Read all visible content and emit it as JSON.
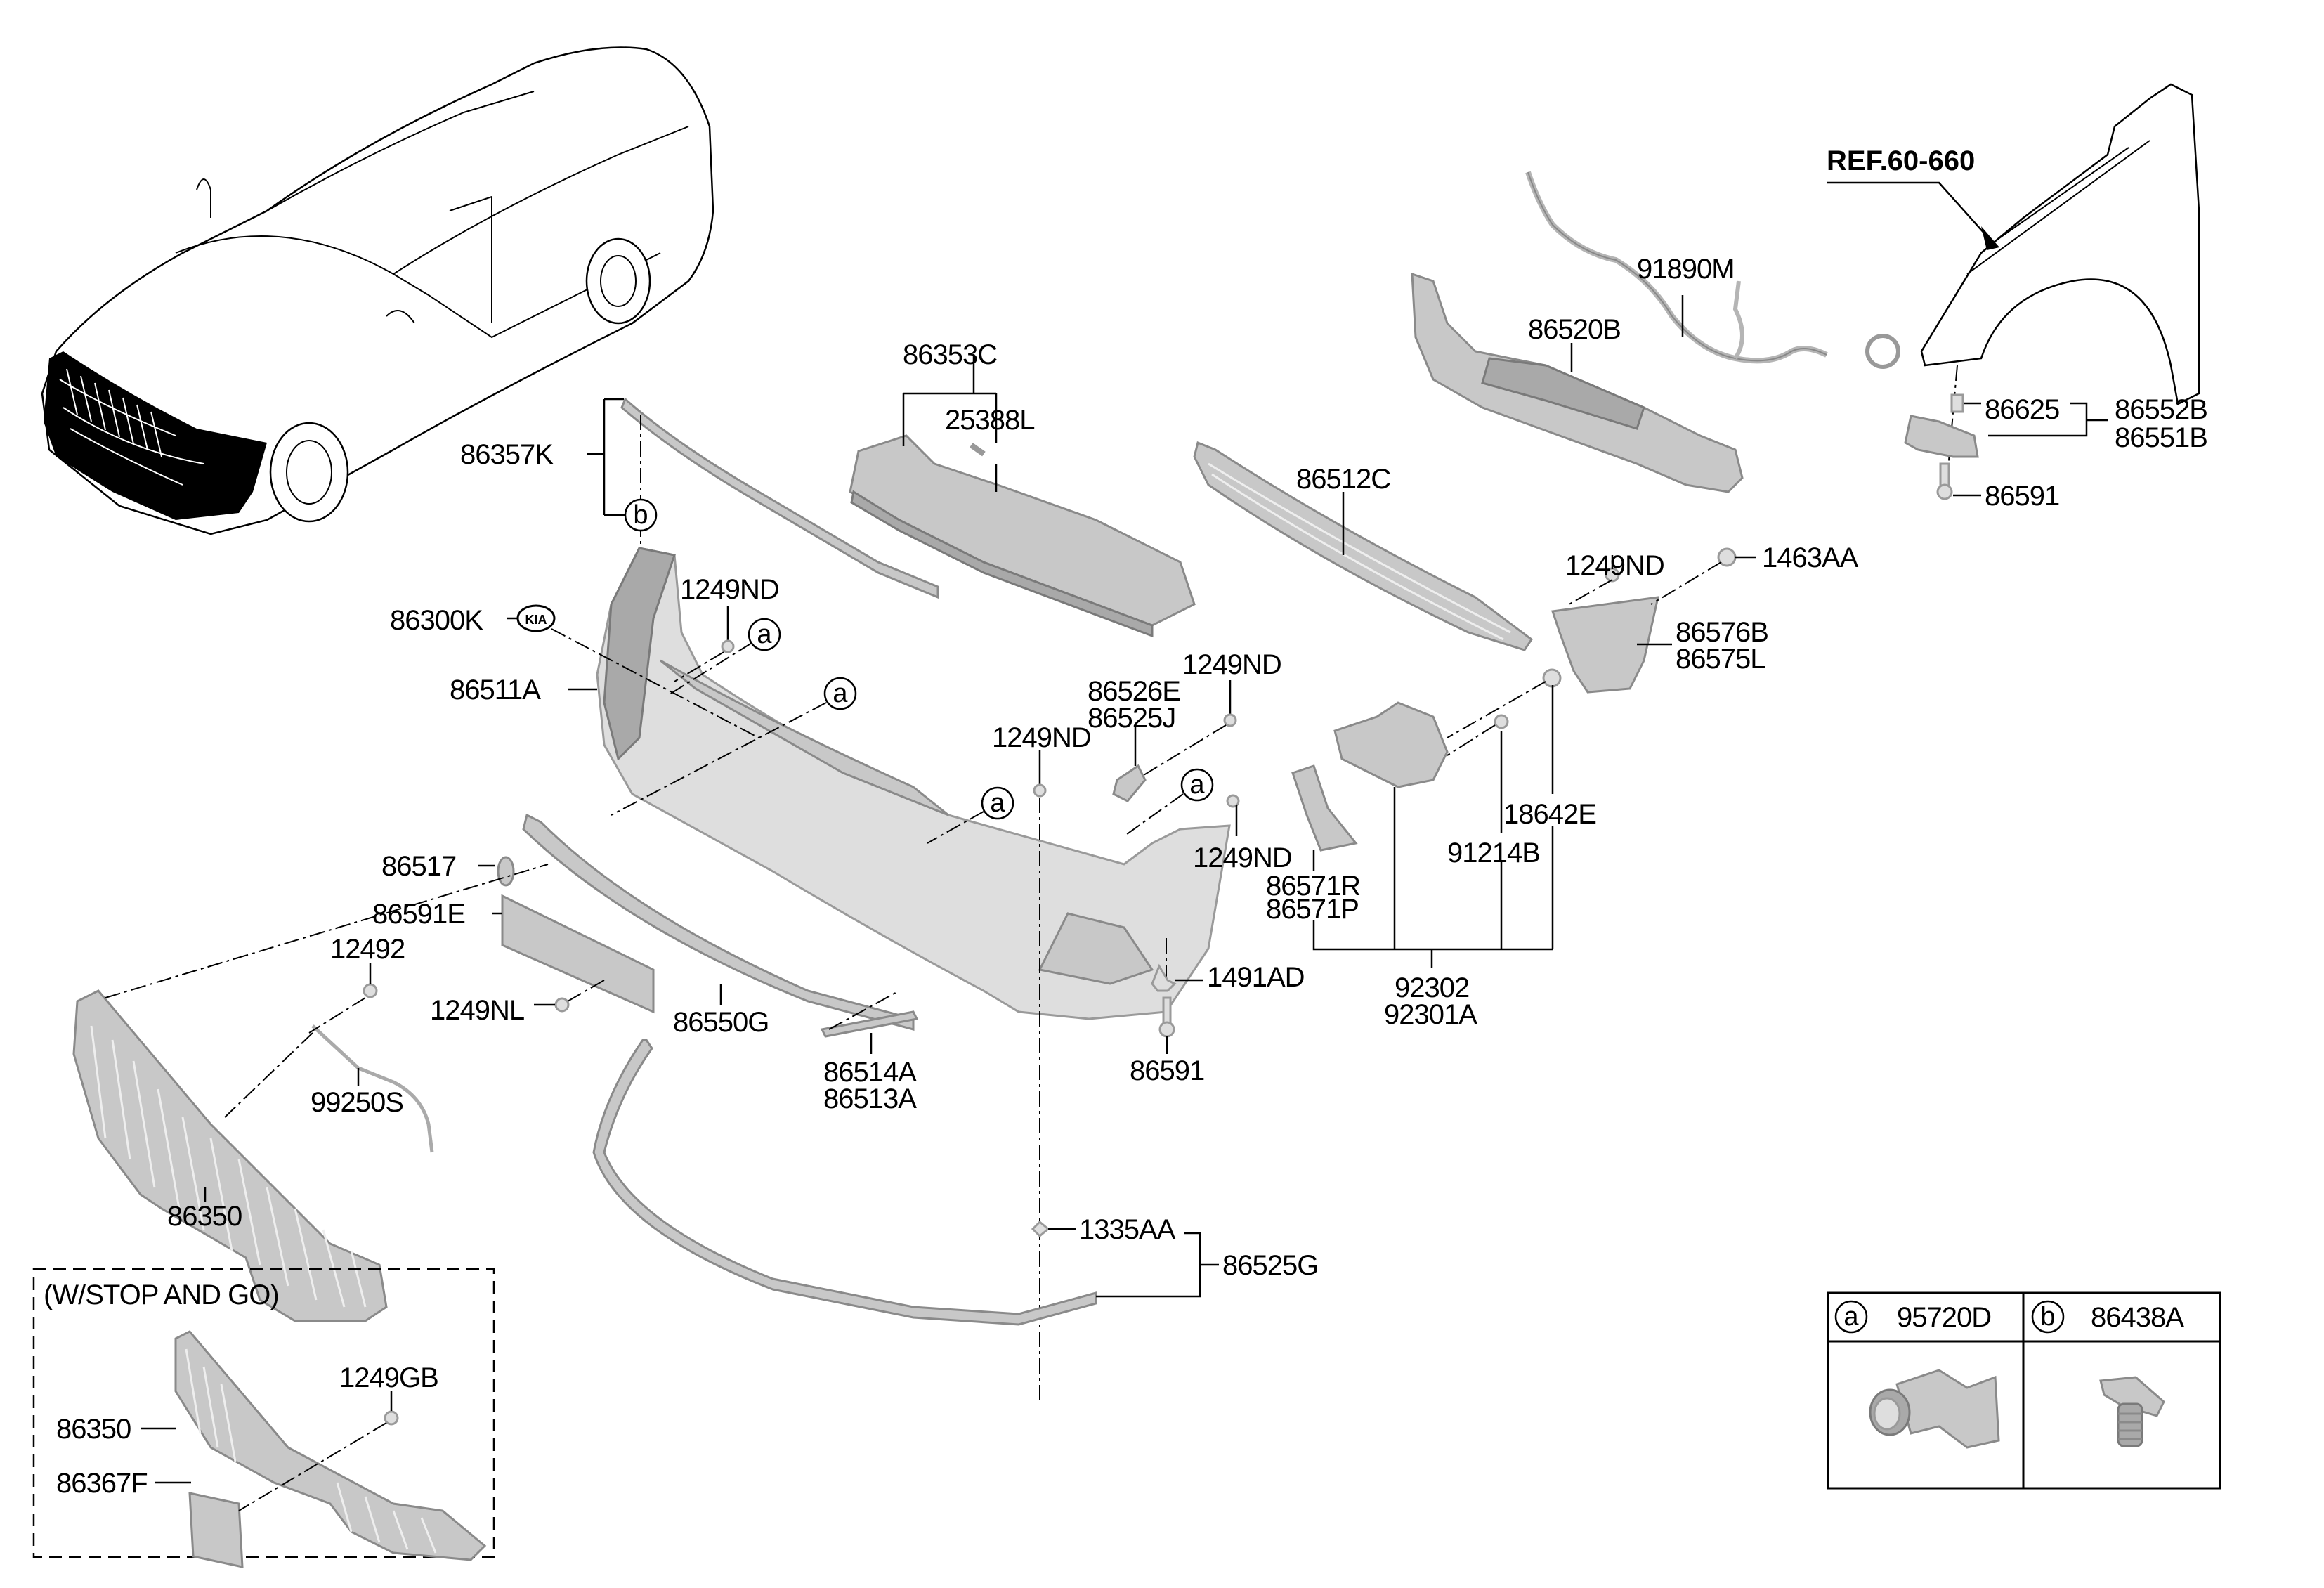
{
  "diagram": {
    "reference": "REF.60-660",
    "variant_note": "(W/STOP AND GO)",
    "labels": {
      "p86357K": "86357K",
      "p86353C": "86353C",
      "p25388L": "25388L",
      "p91890M": "91890M",
      "p86520B": "86520B",
      "p86625": "86625",
      "p86552B": "86552B",
      "p86551B": "86551B",
      "p86591_fender": "86591",
      "p86512C": "86512C",
      "p1249ND_right": "1249ND",
      "p1463AA": "1463AA",
      "p86300K": "86300K",
      "p1249ND_top": "1249ND",
      "p86511A": "86511A",
      "p86576B": "86576B",
      "p86575L": "86575L",
      "p1249ND_mid": "1249ND",
      "p86526E": "86526E",
      "p86525J": "86525J",
      "p1249ND_center": "1249ND",
      "p18642E": "18642E",
      "p86517": "86517",
      "p91214B": "91214B",
      "p1249ND_corner": "1249ND",
      "p86571R": "86571R",
      "p86571P": "86571P",
      "p86591E": "86591E",
      "p12492": "12492",
      "p1491AD": "1491AD",
      "p92302": "92302",
      "p92301A": "92301A",
      "p1249NL": "1249NL",
      "p86550G": "86550G",
      "p86514A": "86514A",
      "p86513A": "86513A",
      "p86591_lower": "86591",
      "p99250S": "99250S",
      "p86350": "86350",
      "p1335AA": "1335AA",
      "p86525G": "86525G",
      "p86350_inset": "86350",
      "p1249GB": "1249GB",
      "p86367F": "86367F"
    },
    "callouts": {
      "a": "a",
      "b": "b"
    },
    "legend": [
      {
        "key": "a",
        "part": "95720D",
        "name": "parking-sensor"
      },
      {
        "key": "b",
        "part": "86438A",
        "name": "push-clip"
      }
    ]
  }
}
